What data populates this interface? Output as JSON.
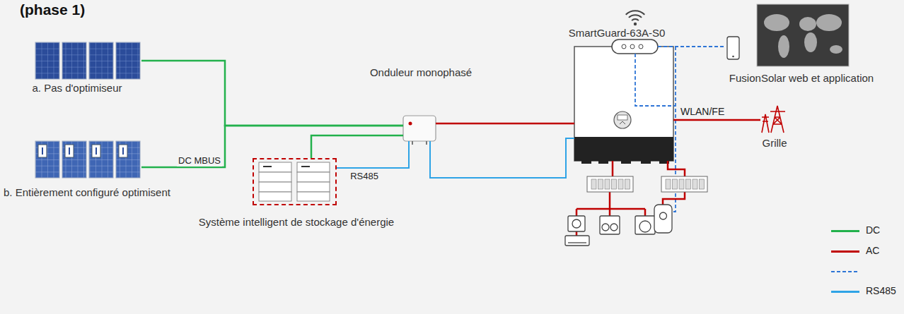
{
  "diagram": {
    "title": "(phase 1)",
    "nodes": [
      {
        "text": [
          "a. Pas d'optimiseur"
        ]
      },
      {
        "text": [
          "b. Entièrement configuré optimisent"
        ]
      },
      {
        "text": [
          "Onduleur monophasé"
        ]
      },
      {
        "text": [
          "Système intelligent de stockage d'énergie"
        ]
      },
      {
        "text": [
          "SmartGuard-63A-S0"
        ]
      },
      {
        "text": [
          "FusionSolar web et application"
        ]
      },
      {
        "text": [
          "Grille"
        ]
      }
    ],
    "edges": [
      {
        "from": 0,
        "to": 2,
        "arrow": "none"
      },
      {
        "from": 1,
        "to": 2,
        "arrow": "none",
        "label": "DC MBUS"
      },
      {
        "from": 3,
        "to": 2,
        "arrow": "none"
      },
      {
        "from": 3,
        "to": 2,
        "arrow": "none",
        "label": "RS485"
      },
      {
        "from": 2,
        "to": 4,
        "arrow": "none"
      },
      {
        "from": 2,
        "to": 4,
        "arrow": "none"
      },
      {
        "from": 4,
        "to": 6,
        "arrow": "none"
      }
    ],
    "labels": [
      "WLAN/FE"
    ],
    "legend": [
      {
        "text": "DC",
        "color": "#22b14c"
      },
      {
        "text": "AC",
        "color": "#c00000"
      },
      {
        "text": "RS485",
        "color": "#2ea3e6"
      }
    ]
  }
}
